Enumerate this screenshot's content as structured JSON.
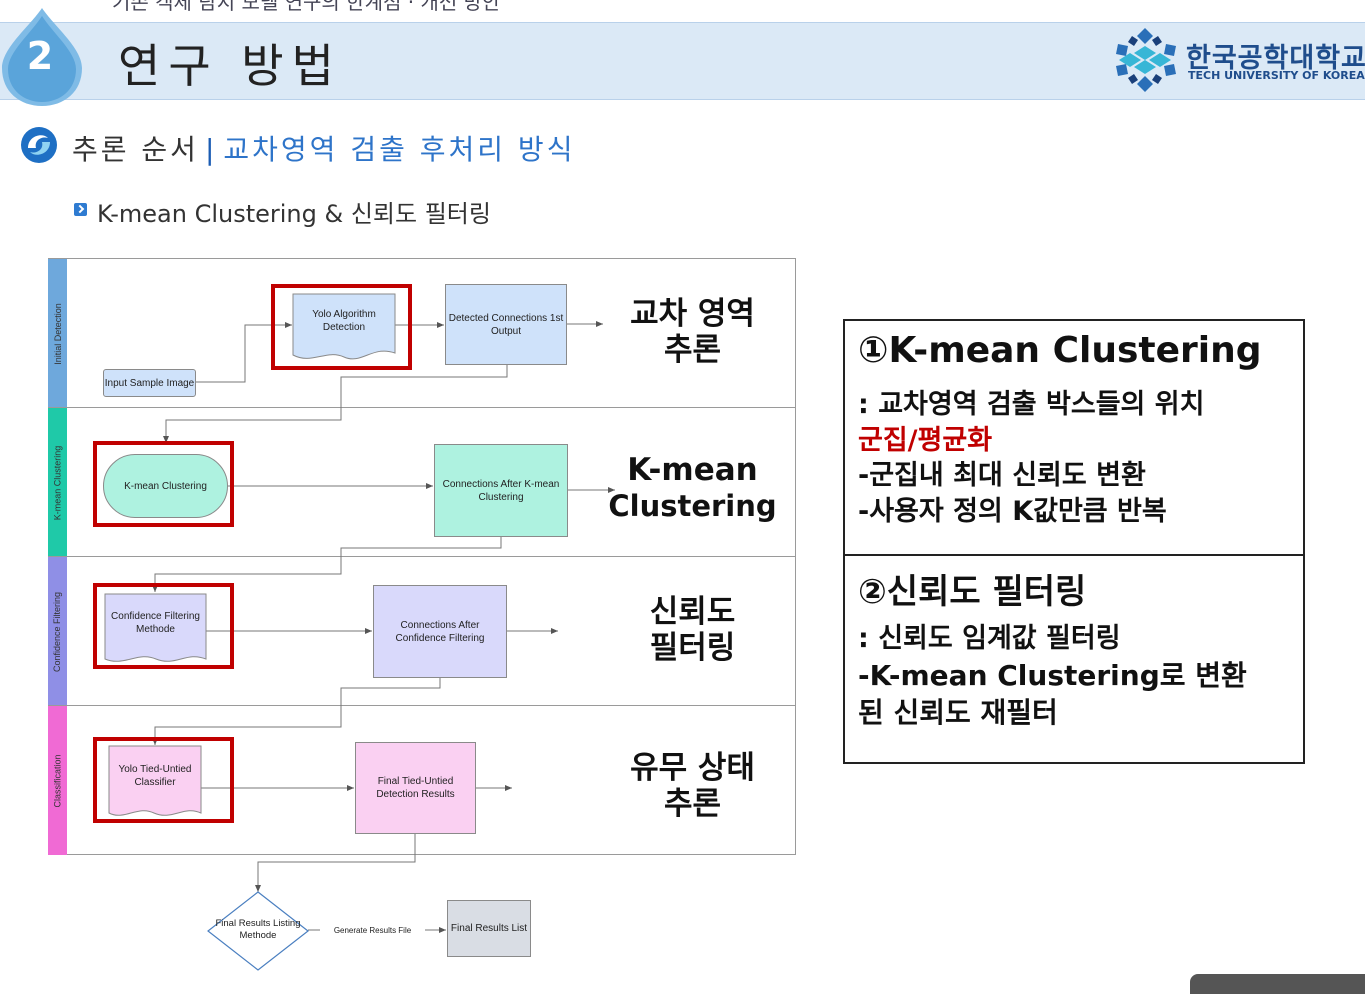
{
  "header": {
    "cut_text": "기존 객체 탐지 모델 연구의 한계점 · 개선 방안",
    "section_number": "2",
    "section_title": "연구 방법",
    "logo_korean": "한국공학대학교",
    "logo_english": "TECH UNIVERSITY OF KOREA"
  },
  "subtitle": {
    "part1": "추론 순서",
    "separator": "|",
    "part2": "교차영역 검출 후처리 방식"
  },
  "bullet": "K-mean Clustering & 신뢰도 필터링",
  "flowchart": {
    "lanes": [
      "Initial Detection",
      "K-mean Clustering",
      "Confidence Filtering",
      "Classification"
    ],
    "nodes": {
      "input": "Input Sample Image",
      "yolo": "Yolo Algorithm Detection",
      "detected": "Detected Connections 1st Output",
      "kmean": "K-mean Clustering",
      "after_kmean": "Connections After K-mean Clustering",
      "conf_method": "Confidence Filtering Methode",
      "after_conf": "Connections After Confidence Filtering",
      "classifier": "Yolo Tied-Untied Classifier",
      "final_detect": "Final Tied-Untied Detection Results",
      "decision": "Final Results Listing Methode",
      "edge_label": "Generate Results File",
      "final_list": "Final Results List"
    },
    "stage_labels": [
      [
        "교차 영역",
        "추론"
      ],
      [
        "K-mean",
        "Clustering"
      ],
      [
        "신뢰도",
        "필터링"
      ],
      [
        "유무 상태",
        "추론"
      ]
    ]
  },
  "description": {
    "heading1": "①K-mean Clustering",
    "line1": ": 교차영역 검출 박스들의 위치",
    "line2_red": "군집/평균화",
    "line3": "-군집내 최대 신뢰도 변환",
    "line4": "-사용자 정의 K값만큼 반복",
    "heading2": "②신뢰도 필터링",
    "line5": ": 신뢰도 임계값 필터링",
    "line6": "-K-mean Clustering로 변환",
    "line7": "된 신뢰도 재필터"
  },
  "colors": {
    "header_band": "#dbe9f6",
    "accent_blue": "#2e74c9",
    "highlight_red": "#c00000",
    "lane_initial": "#6ea8dc",
    "lane_kmean": "#1fc9a8",
    "lane_conf": "#8f8fe6",
    "lane_class": "#f06ad4"
  }
}
